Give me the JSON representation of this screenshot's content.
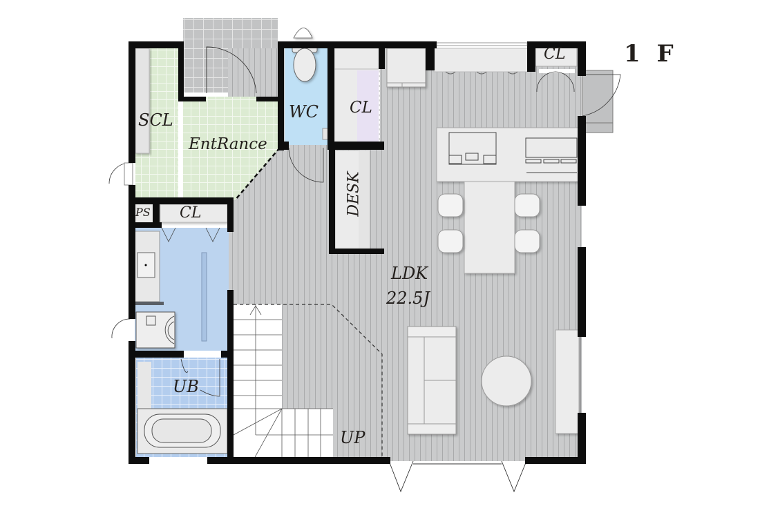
{
  "floor": {
    "title": "1 F"
  },
  "rooms": {
    "scl": "SCL",
    "entrance": "EntRance",
    "wc": "WC",
    "cl_hall": "CL",
    "cl_kitchen": "CL",
    "desk": "DESK",
    "ps": "PS",
    "cl_wash": "CL",
    "ub": "UB",
    "ldk": "LDK",
    "ldk_size": "22.5J",
    "stairs_up": "UP"
  },
  "colors": {
    "wall": "#0d0d0d",
    "floor_wood": "#c9cacb",
    "entrance_tile": "#dfeed6",
    "porch_tile": "#c4c5c6",
    "wc": "#bfe0f5",
    "wash": "#bcd4ef",
    "bath_tile": "#b6d0ef",
    "closet": "#e8e6f2",
    "furniture": "#ebebeb",
    "stairs": "#ffffff"
  }
}
